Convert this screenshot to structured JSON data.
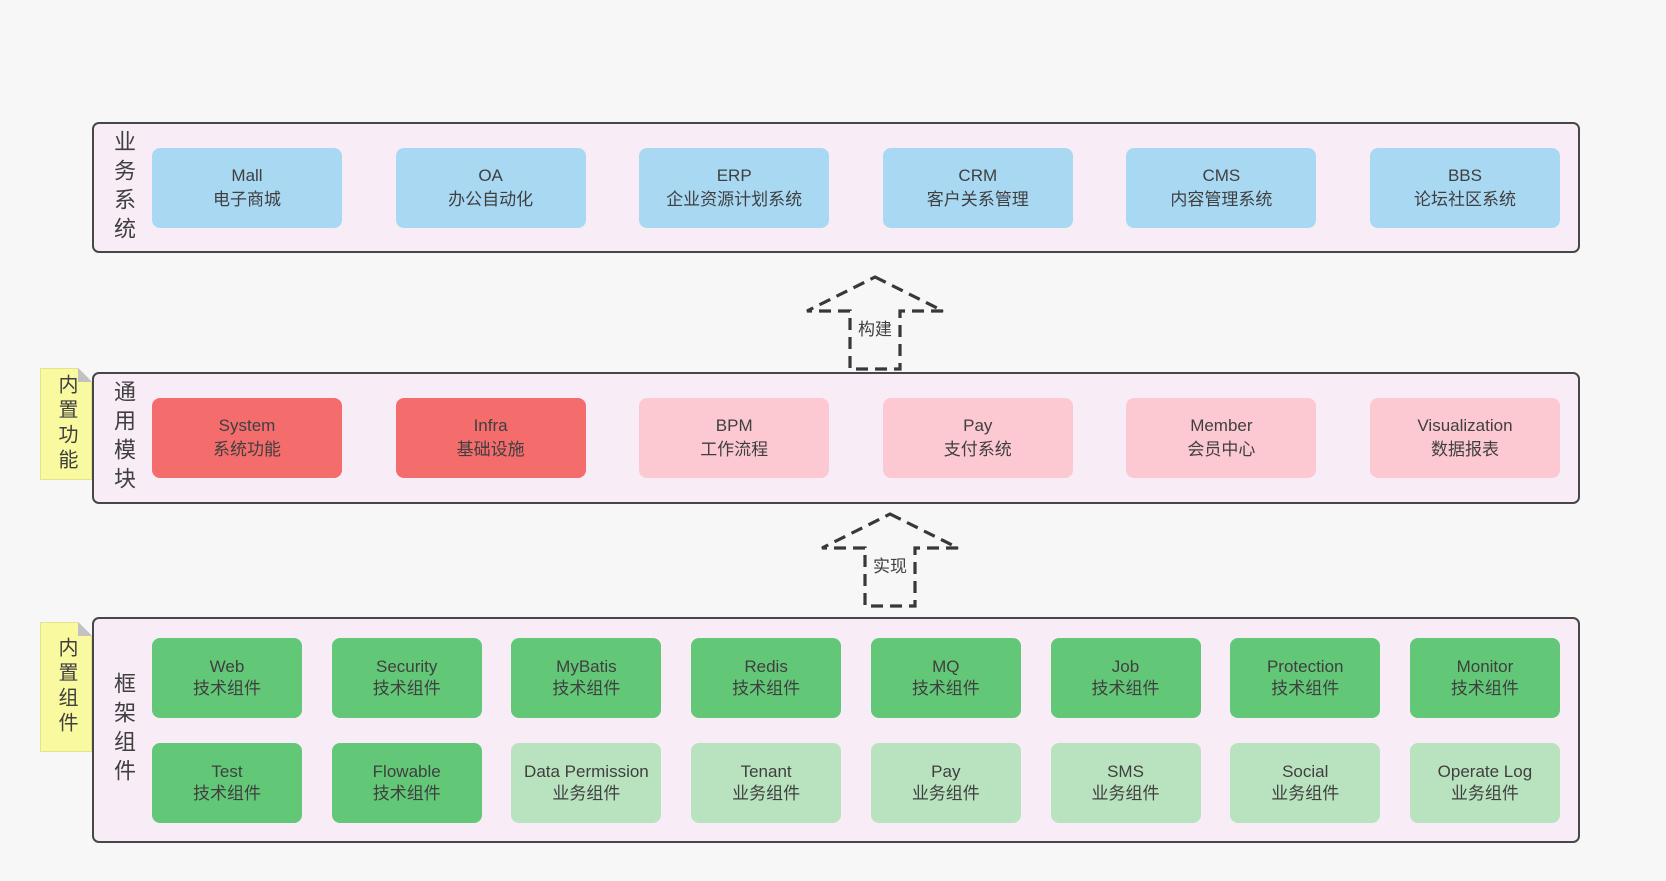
{
  "colors": {
    "page_bg": "#f7f7f7",
    "container_bg": "#f8edf6",
    "container_border": "#474747",
    "box_blue": "#a9d8f3",
    "box_red": "#f56c6c",
    "box_pink": "#fcc9d2",
    "box_green": "#62c877",
    "box_green_light": "#b9e3bf",
    "sticky_yellow": "#f9f9a0",
    "fold_gray": "#c2c2c2",
    "text": "#3f3f3f",
    "arrow_stroke": "#383838"
  },
  "arrows": {
    "build": "构建",
    "implement": "实现"
  },
  "business_layer": {
    "side_label": "业务系统",
    "boxes": [
      {
        "title": "Mall",
        "subtitle": "电子商城"
      },
      {
        "title": "OA",
        "subtitle": "办公自动化"
      },
      {
        "title": "ERP",
        "subtitle": "企业资源计划系统"
      },
      {
        "title": "CRM",
        "subtitle": "客户关系管理"
      },
      {
        "title": "CMS",
        "subtitle": "内容管理系统"
      },
      {
        "title": "BBS",
        "subtitle": "论坛社区系统"
      }
    ]
  },
  "common_layer": {
    "side_label": "通用模块",
    "sticky": "内置功能",
    "boxes": [
      {
        "title": "System",
        "subtitle": "系统功能"
      },
      {
        "title": "Infra",
        "subtitle": "基础设施"
      },
      {
        "title": "BPM",
        "subtitle": "工作流程"
      },
      {
        "title": "Pay",
        "subtitle": "支付系统"
      },
      {
        "title": "Member",
        "subtitle": "会员中心"
      },
      {
        "title": "Visualization",
        "subtitle": "数据报表"
      }
    ]
  },
  "framework_layer": {
    "side_label": "框架组件",
    "sticky": "内置组件",
    "row1": [
      {
        "title": "Web",
        "subtitle": "技术组件"
      },
      {
        "title": "Security",
        "subtitle": "技术组件"
      },
      {
        "title": "MyBatis",
        "subtitle": "技术组件"
      },
      {
        "title": "Redis",
        "subtitle": "技术组件"
      },
      {
        "title": "MQ",
        "subtitle": "技术组件"
      },
      {
        "title": "Job",
        "subtitle": "技术组件"
      },
      {
        "title": "Protection",
        "subtitle": "技术组件"
      },
      {
        "title": "Monitor",
        "subtitle": "技术组件"
      }
    ],
    "row2": [
      {
        "title": "Test",
        "subtitle": "技术组件"
      },
      {
        "title": "Flowable",
        "subtitle": "技术组件"
      },
      {
        "title": "Data Permission",
        "subtitle": "业务组件"
      },
      {
        "title": "Tenant",
        "subtitle": "业务组件"
      },
      {
        "title": "Pay",
        "subtitle": "业务组件"
      },
      {
        "title": "SMS",
        "subtitle": "业务组件"
      },
      {
        "title": "Social",
        "subtitle": "业务组件"
      },
      {
        "title": "Operate Log",
        "subtitle": "业务组件"
      }
    ]
  }
}
